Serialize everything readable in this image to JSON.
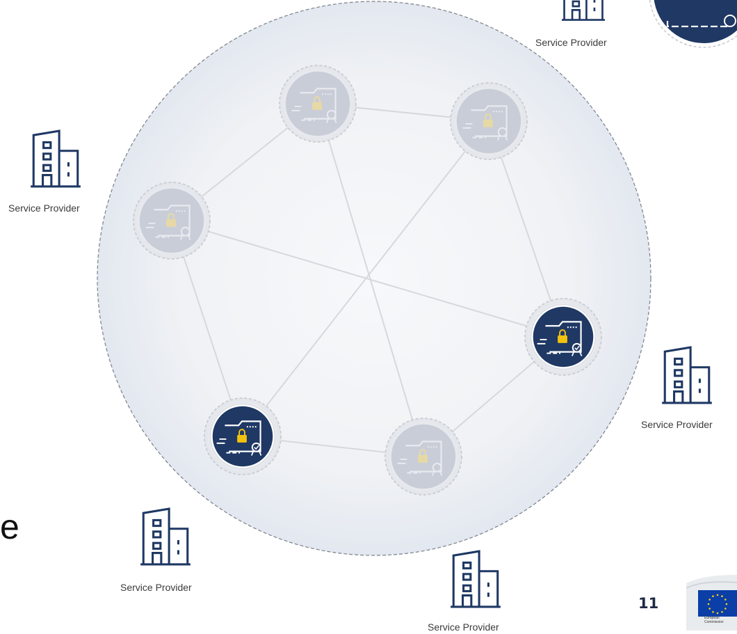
{
  "service_provider_label": "Service Provider",
  "page_number": "11",
  "stray_text": "e",
  "logo": {
    "name": "European Commission",
    "line1": "European",
    "line2": "Commission"
  },
  "colors": {
    "navy": "#1f3864",
    "lock_gold": "#f2c20e",
    "faded_node": "#c9cdd8",
    "cluster_fill": "#eef1f6",
    "link_line": "#d6d8dc"
  },
  "nodes": [
    {
      "id": "node-top",
      "state": "faded"
    },
    {
      "id": "node-upper-right",
      "state": "faded"
    },
    {
      "id": "node-left",
      "state": "faded"
    },
    {
      "id": "node-right",
      "state": "verified"
    },
    {
      "id": "node-lower-left",
      "state": "verified"
    },
    {
      "id": "node-bottom",
      "state": "faded"
    }
  ],
  "links": [
    [
      "node-top",
      "node-upper-right"
    ],
    [
      "node-top",
      "node-left"
    ],
    [
      "node-top",
      "node-bottom"
    ],
    [
      "node-upper-right",
      "node-right"
    ],
    [
      "node-upper-right",
      "node-lower-left"
    ],
    [
      "node-left",
      "node-right"
    ],
    [
      "node-left",
      "node-lower-left"
    ],
    [
      "node-right",
      "node-bottom"
    ],
    [
      "node-lower-left",
      "node-bottom"
    ]
  ],
  "service_providers": [
    {
      "id": "provider-top"
    },
    {
      "id": "provider-left"
    },
    {
      "id": "provider-right"
    },
    {
      "id": "provider-bottom-left"
    },
    {
      "id": "provider-bottom"
    }
  ]
}
